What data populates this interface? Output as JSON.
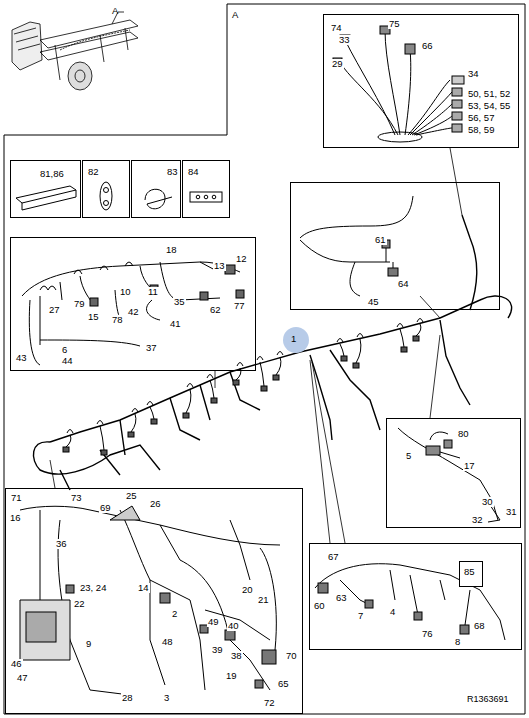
{
  "diagram": {
    "nodes": [
      {
        "text": [
          "74",
          "75",
          "33",
          "66",
          "29",
          "34",
          "50, 51, 52",
          "53, 54, 55",
          "56, 57",
          "58, 59"
        ]
      },
      {
        "text": [
          "81,86"
        ]
      },
      {
        "text": [
          "82"
        ]
      },
      {
        "text": [
          "83"
        ]
      },
      {
        "text": [
          "84"
        ]
      },
      {
        "text": [
          "18",
          "13",
          "12",
          "27",
          "79",
          "10",
          "11",
          "35",
          "62",
          "77",
          "15",
          "78",
          "42",
          "41",
          "43",
          "6",
          "44",
          "37"
        ]
      },
      {
        "text": [
          "61",
          "64",
          "45"
        ]
      },
      {
        "text": [
          "80",
          "5",
          "17",
          "30",
          "31",
          "32"
        ]
      },
      {
        "text": [
          "71",
          "73",
          "25",
          "26",
          "16",
          "69",
          "36",
          "23, 24",
          "22",
          "14",
          "2",
          "20",
          "21",
          "48",
          "49",
          "40",
          "39",
          "38",
          "70",
          "9",
          "46",
          "47",
          "28",
          "19",
          "3",
          "65",
          "72"
        ]
      },
      {
        "text": [
          "67",
          "60",
          "63",
          "7",
          "4",
          "76",
          "8",
          "68"
        ]
      },
      {
        "text": [
          "85"
        ],
        "in": 9
      }
    ],
    "edges": [],
    "labels": [
      "A",
      "A",
      "1",
      "R1363691"
    ]
  }
}
